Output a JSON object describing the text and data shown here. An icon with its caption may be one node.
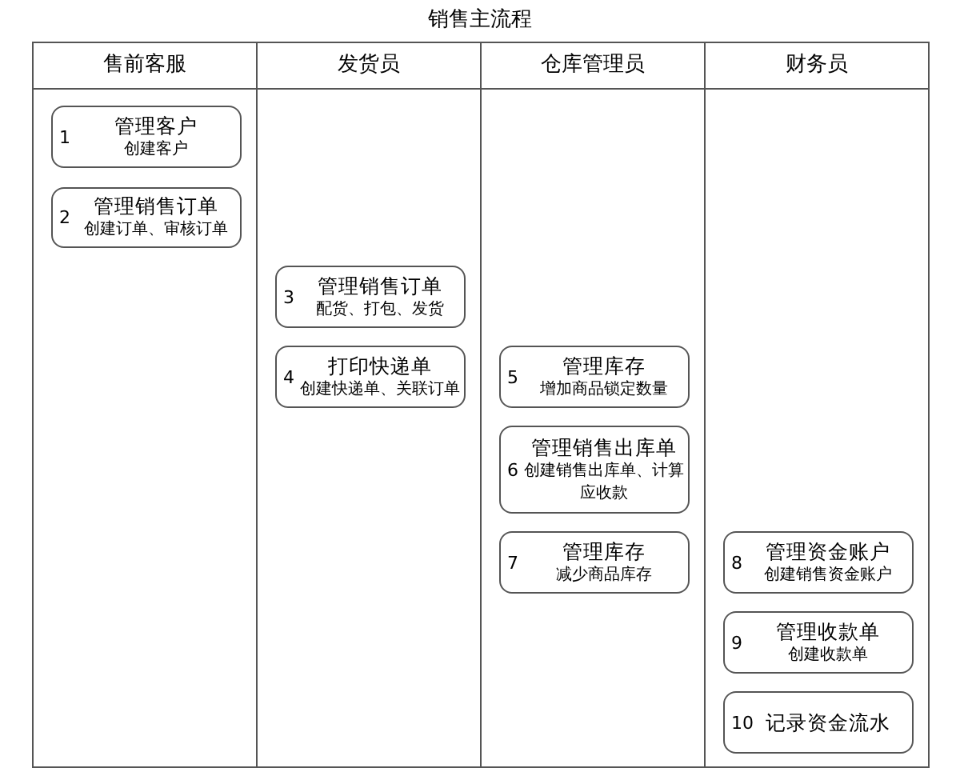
{
  "diagram": {
    "title": "销售主流程",
    "nodes": [
      {
        "text": [
          "售前客服"
        ]
      },
      {
        "text": [
          "发货员"
        ]
      },
      {
        "text": [
          "仓库管理员"
        ]
      },
      {
        "text": [
          "财务员"
        ]
      },
      {
        "text": [
          "1",
          "管理客户",
          "创建客户"
        ],
        "in": 0
      },
      {
        "text": [
          "2",
          "管理销售订单",
          "创建订单、审核订单"
        ],
        "in": 0
      },
      {
        "text": [
          "3",
          "管理销售订单",
          "配货、打包、发货"
        ],
        "in": 1
      },
      {
        "text": [
          "4",
          "打印快递单",
          "创建快递单、关联订单"
        ],
        "in": 1
      },
      {
        "text": [
          "5",
          "管理库存",
          "增加商品锁定数量"
        ],
        "in": 2
      },
      {
        "text": [
          "6",
          "管理销售出库单",
          "创建销售出库单、计算应收款"
        ],
        "in": 2
      },
      {
        "text": [
          "7",
          "管理库存",
          "减少商品库存"
        ],
        "in": 2
      },
      {
        "text": [
          "8",
          "管理资金账户",
          "创建销售资金账户"
        ],
        "in": 3
      },
      {
        "text": [
          "9",
          "管理收款单",
          "创建收款单"
        ],
        "in": 3
      },
      {
        "text": [
          "10",
          "记录资金流水"
        ],
        "in": 3
      }
    ]
  }
}
